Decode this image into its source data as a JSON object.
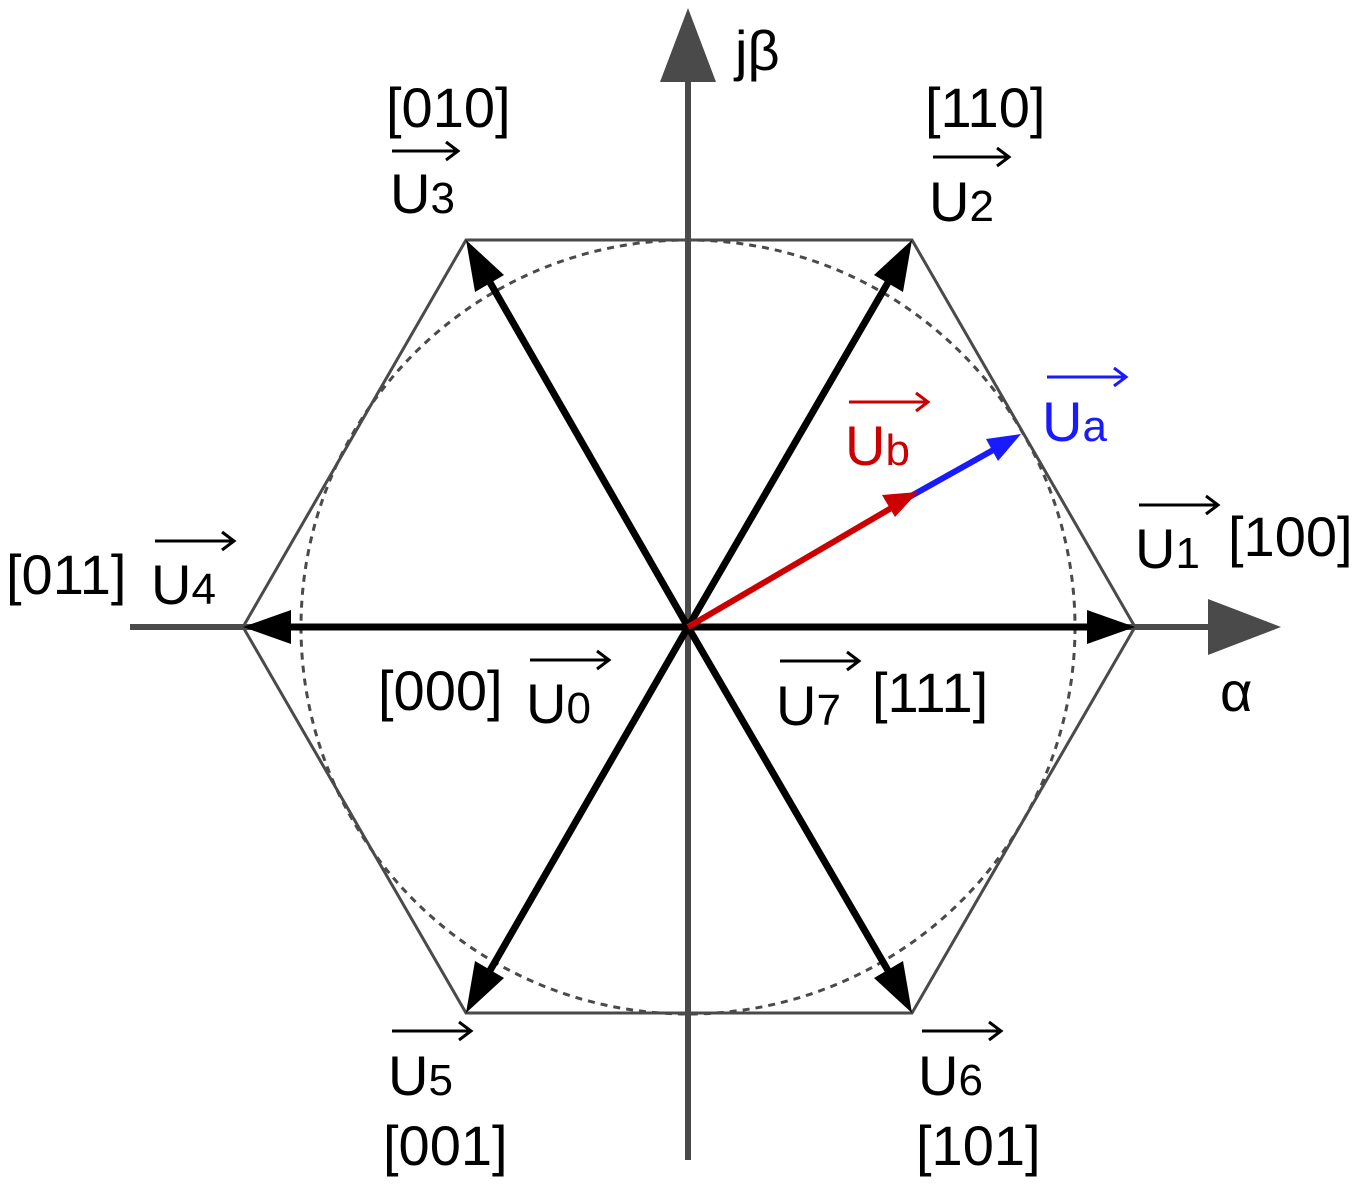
{
  "axes": {
    "alpha_label": "α",
    "beta_label": "jβ"
  },
  "vectors": [
    {
      "id": "u0",
      "name": "U",
      "sub": "0",
      "code": "[000]"
    },
    {
      "id": "u1",
      "name": "U",
      "sub": "1",
      "code": "[100]"
    },
    {
      "id": "u2",
      "name": "U",
      "sub": "2",
      "code": "[110]"
    },
    {
      "id": "u3",
      "name": "U",
      "sub": "3",
      "code": "[010]"
    },
    {
      "id": "u4",
      "name": "U",
      "sub": "4",
      "code": "[011]"
    },
    {
      "id": "u5",
      "name": "U",
      "sub": "5",
      "code": "[001]"
    },
    {
      "id": "u6",
      "name": "U",
      "sub": "6",
      "code": "[101]"
    },
    {
      "id": "u7",
      "name": "U",
      "sub": "7",
      "code": "[111]"
    }
  ],
  "ref_vectors": [
    {
      "id": "ua",
      "name": "U",
      "sub": "a",
      "color": "#1a1aff"
    },
    {
      "id": "ub",
      "name": "U",
      "sub": "b",
      "color": "#cc0000"
    }
  ],
  "colors": {
    "axis": "#4a4a4a",
    "vector": "#000000",
    "hexagon": "#4a4a4a",
    "circle": "#4a4a4a"
  }
}
